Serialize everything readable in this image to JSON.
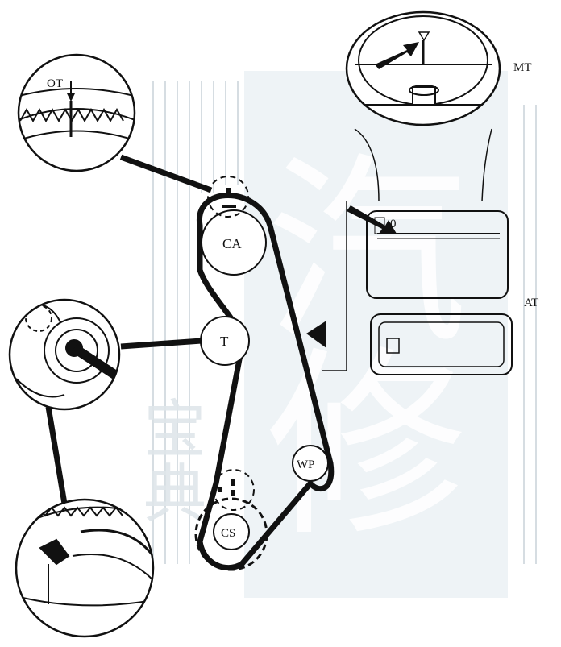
{
  "labels": {
    "ot": "OT",
    "ca": "CA",
    "t": "T",
    "wp": "WP",
    "cs": "CS",
    "mt": "MT",
    "at": "AT",
    "at_mark": "0"
  },
  "watermark": {
    "large_char_1": "汽",
    "large_char_2": "修",
    "small_char_1": "宝",
    "small_char_2": "典"
  },
  "colors": {
    "ink": "#111111",
    "watermark_panel": "#eef3f6",
    "background": "#ffffff"
  }
}
